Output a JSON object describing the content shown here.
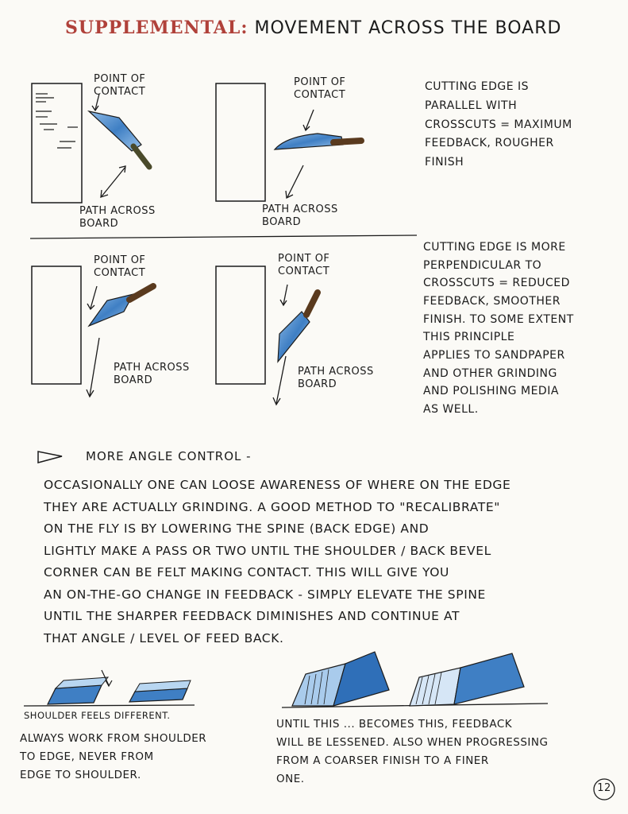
{
  "header": {
    "title_prefix": "SUPPLEMENTAL:",
    "title_rest": "MOVEMENT ACROSS THE BOARD"
  },
  "diagrams": {
    "top_left": {
      "contact": "POINT OF\nCONTACT",
      "path": "PATH ACROSS\nBOARD"
    },
    "top_right": {
      "contact": "POINT OF\nCONTACT",
      "path": "PATH ACROSS\nBOARD"
    },
    "bottom_left": {
      "contact": "POINT OF\nCONTACT",
      "path": "PATH ACROSS\nBOARD"
    },
    "bottom_right": {
      "contact": "POINT OF\nCONTACT",
      "path": "PATH ACROSS\nBOARD"
    }
  },
  "notes": {
    "parallel": "CUTTING EDGE IS\nPARALLEL WITH\nCROSSCUTS = MAXIMUM\nFEEDBACK, ROUGHER\nFINISH",
    "perpendicular": "CUTTING EDGE IS MORE\nPERPENDICULAR TO\nCROSSCUTS = REDUCED\nFEEDBACK, SMOOTHER\nFINISH. TO SOME EXTENT\nTHIS PRINCIPLE\nAPPLIES TO SANDPAPER\nAND OTHER GRINDING\nAND POLISHING MEDIA\nAS WELL."
  },
  "section": {
    "heading": "MORE ANGLE CONTROL -",
    "body": "OCCASIONALLY ONE CAN LOOSE AWARENESS OF WHERE ON THE EDGE\nTHEY ARE ACTUALLY GRINDING. A GOOD METHOD TO \"RECALIBRATE\"\nON THE FLY IS BY LOWERING THE SPINE (BACK EDGE) AND\nLIGHTLY MAKE A PASS OR TWO UNTIL THE SHOULDER / BACK BEVEL\nCORNER CAN BE FELT MAKING CONTACT. THIS WILL GIVE YOU\nAN ON-THE-GO CHANGE IN FEEDBACK - SIMPLY ELEVATE THE SPINE\nUNTIL THE SHARPER FEEDBACK DIMINISHES AND CONTINUE AT\nTHAT ANGLE / LEVEL OF FEED BACK."
  },
  "captions": {
    "shoulder": "SHOULDER FEELS DIFFERENT.",
    "always": "ALWAYS WORK FROM SHOULDER\nTO EDGE, NEVER FROM\nEDGE TO SHOULDER.",
    "until": "UNTIL THIS ...   BECOMES THIS, FEEDBACK\nWILL BE LESSENED. ALSO WHEN PROGRESSING\nFROM A COARSER FINISH TO A FINER\nONE."
  },
  "footer": {
    "page_number": "12"
  },
  "colors": {
    "ink": "#1b1b1b",
    "title_red": "#b0413a",
    "blade_blue": "#3f7fc4",
    "handle_brown": "#5a3a1e"
  }
}
